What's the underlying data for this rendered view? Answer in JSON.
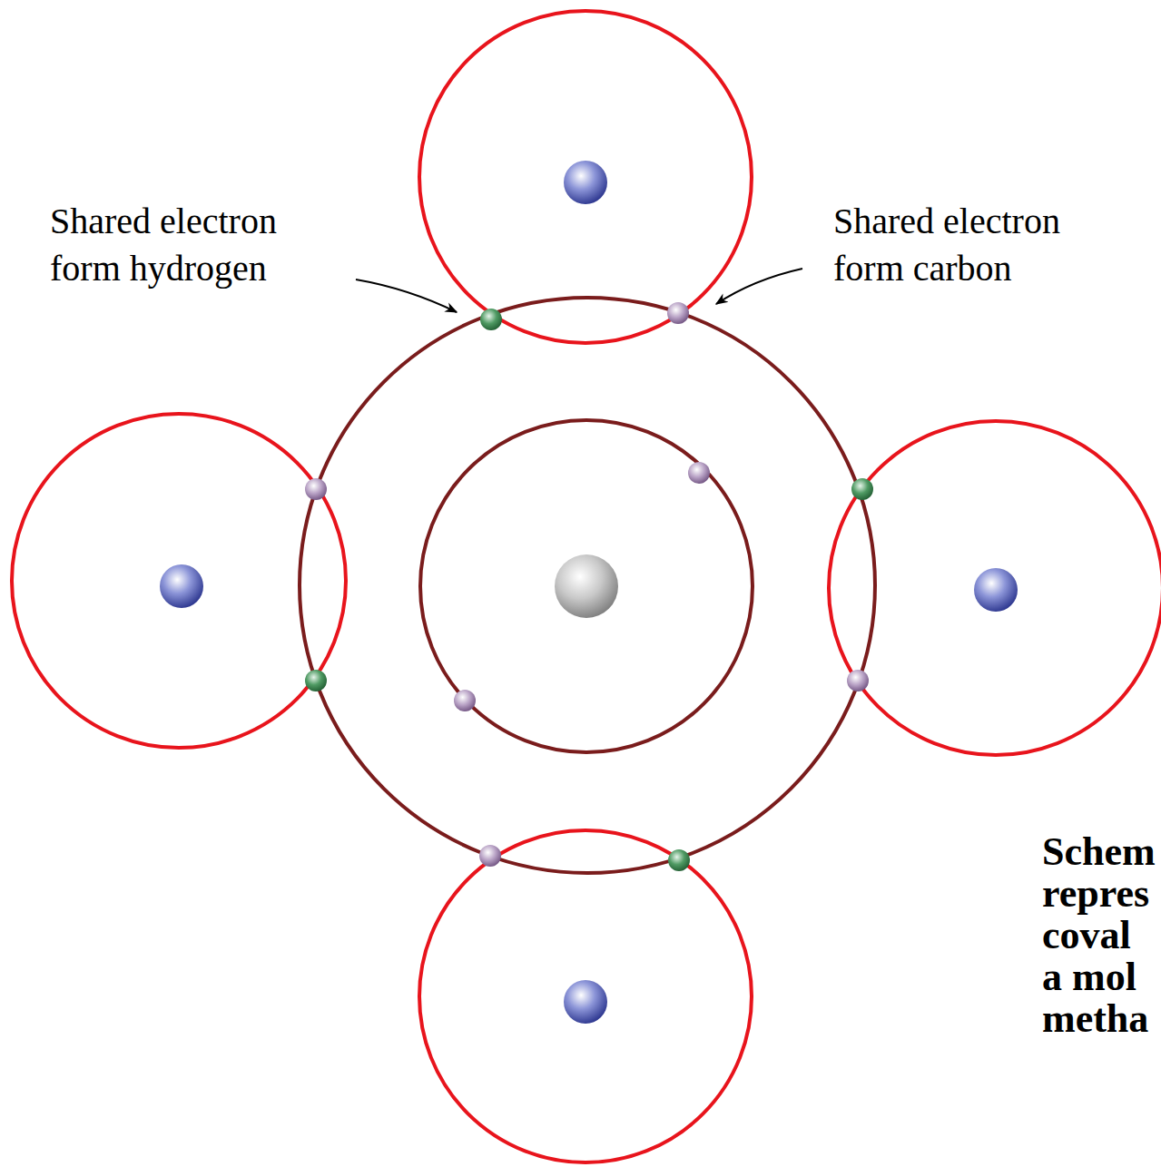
{
  "diagram": {
    "caption": "Schem repres coval a mol metha",
    "labels": [
      "Shared electron form hydrogen",
      "Shared electron form carbon"
    ]
  }
}
